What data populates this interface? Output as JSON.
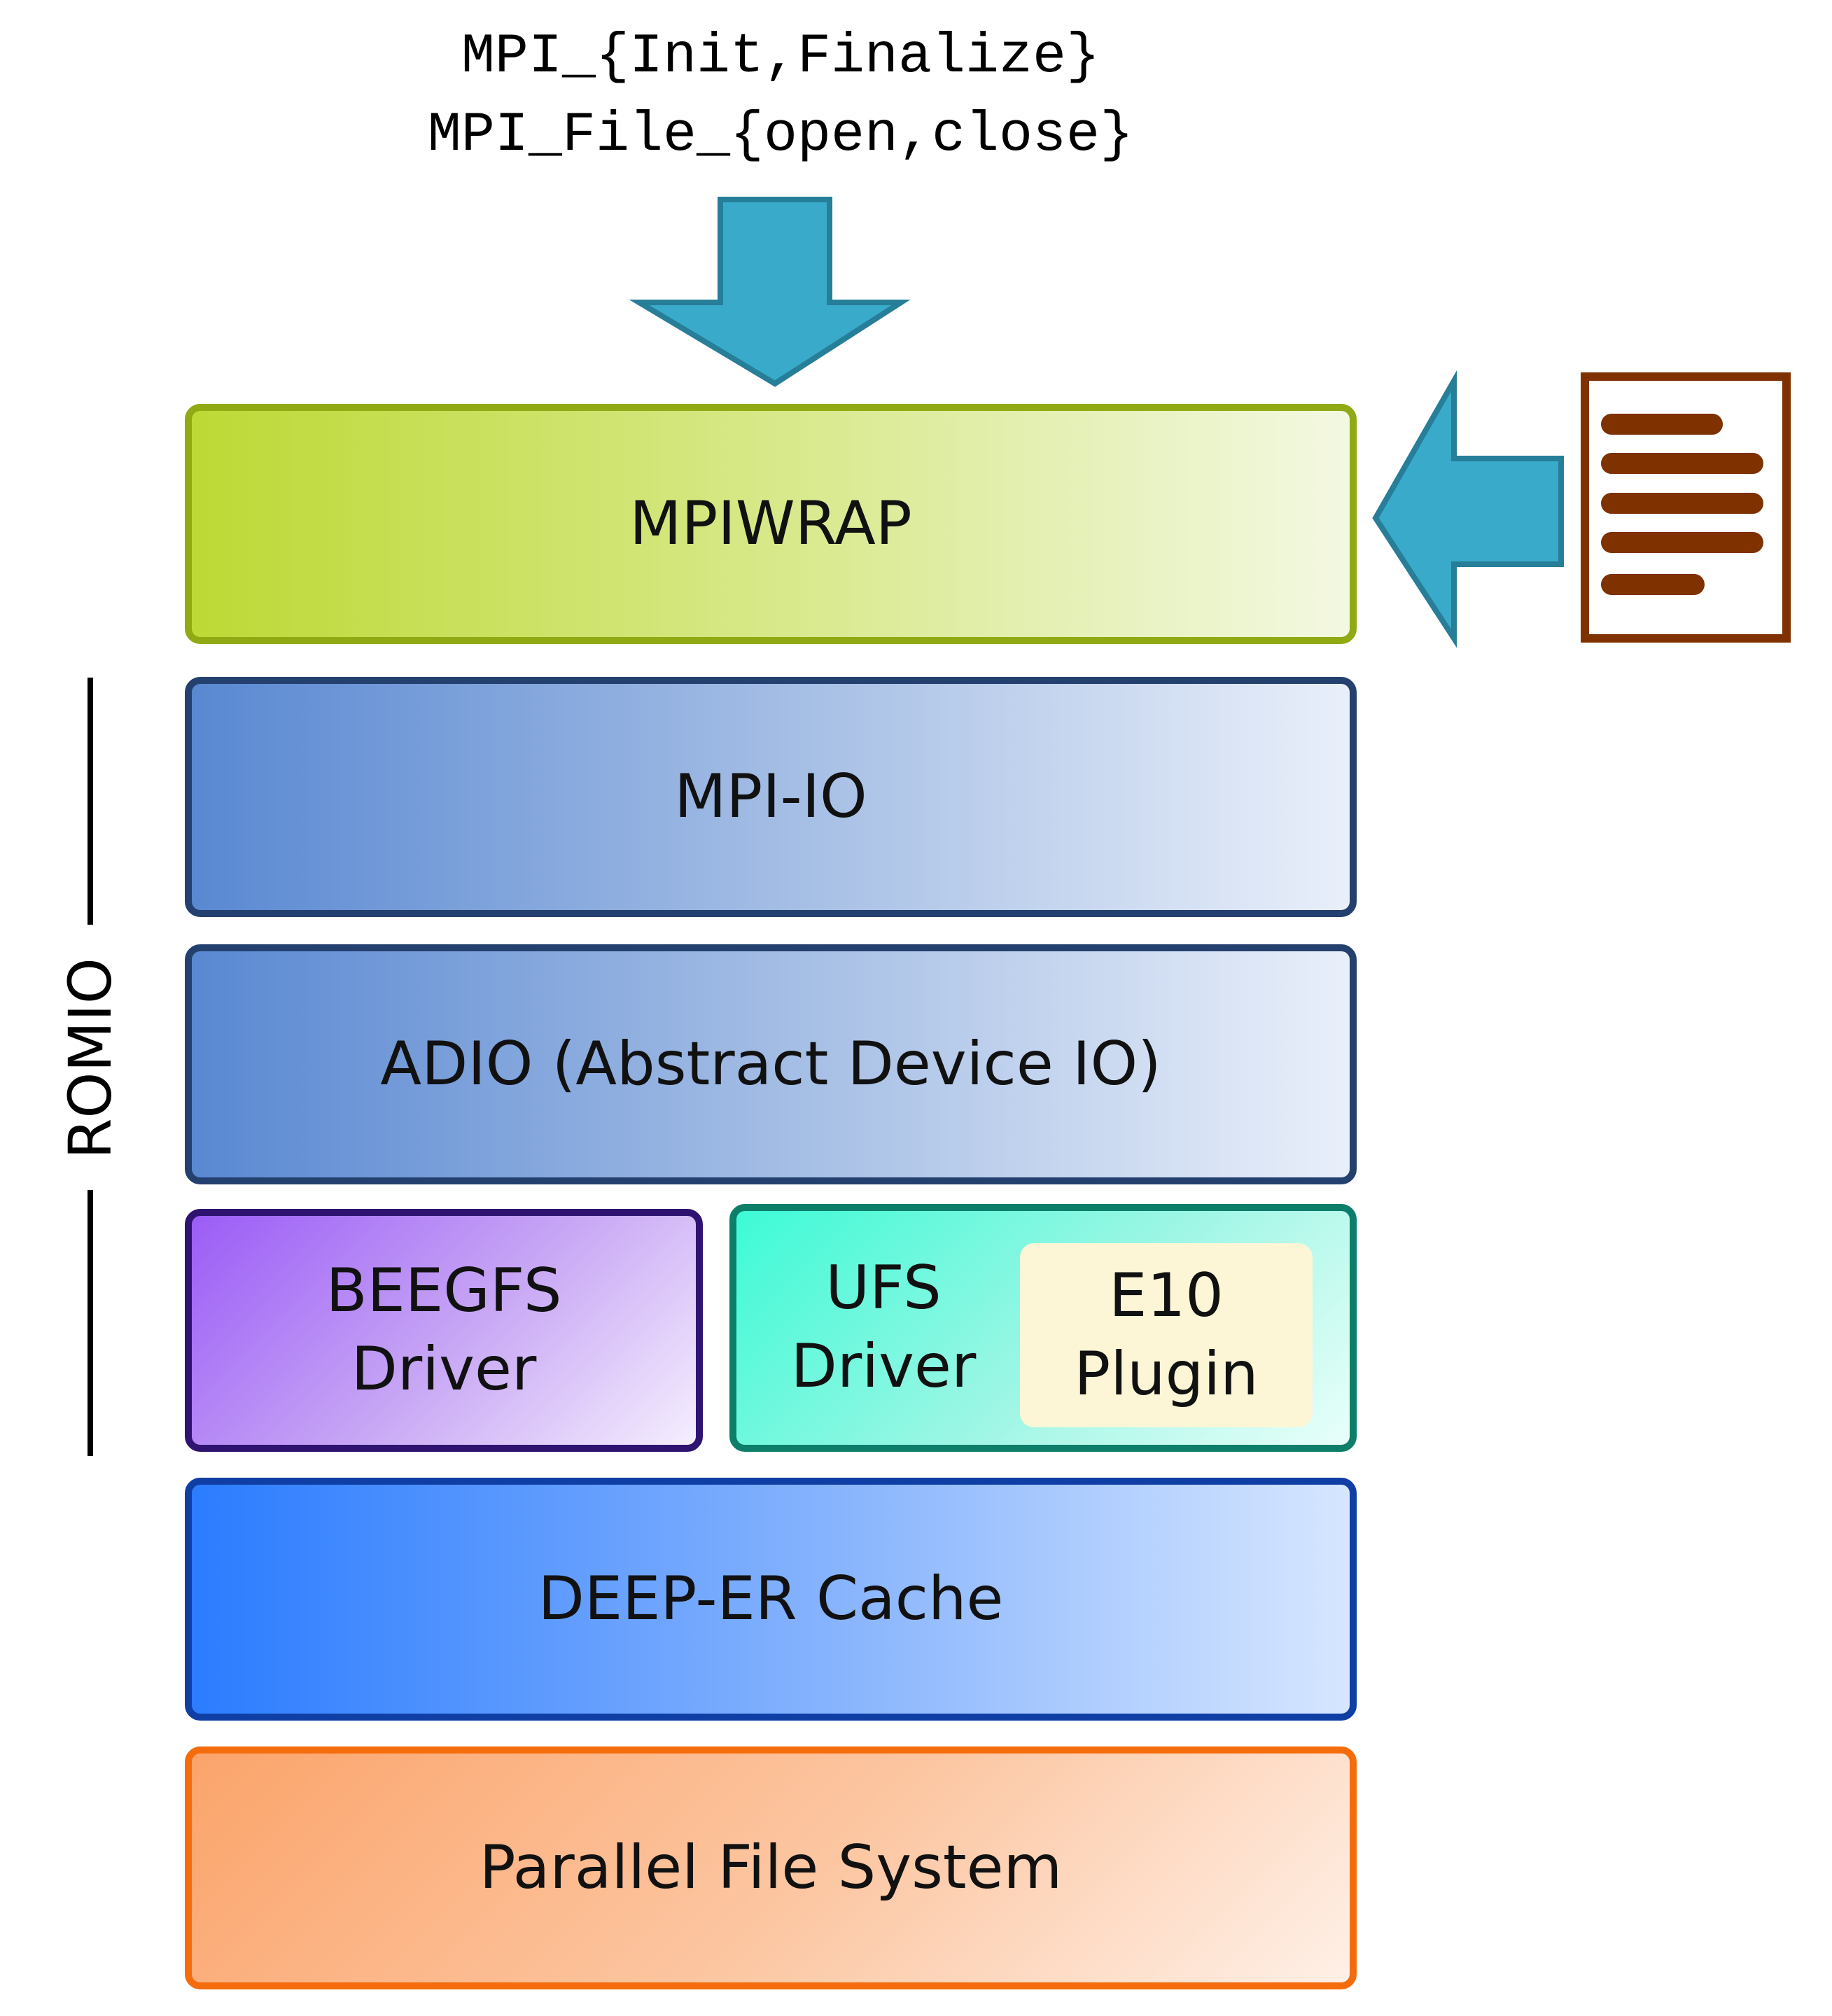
{
  "calls": {
    "line1": "MPI_{Init,Finalize}",
    "line2": "MPI_File_{open,close}"
  },
  "layers": {
    "mpiwrap": "MPIWRAP",
    "mpiio": "MPI-IO",
    "adio": "ADIO (Abstract Device IO)",
    "beegfs_line1": "BEEGFS",
    "beegfs_line2": "Driver",
    "ufs_line1": "UFS",
    "ufs_line2": "Driver",
    "e10_line1": "E10",
    "e10_line2": "Plugin",
    "cache": "DEEP-ER Cache",
    "pfs": "Parallel File System"
  },
  "bracket": {
    "label": "ROMIO"
  },
  "icons": {
    "down_arrow": "down-arrow-icon",
    "left_arrow": "left-arrow-icon",
    "config_file": "document-icon"
  },
  "colors": {
    "arrow_fill": "#3aaaca",
    "arrow_stroke": "#267e99",
    "document": "#7f3100"
  }
}
